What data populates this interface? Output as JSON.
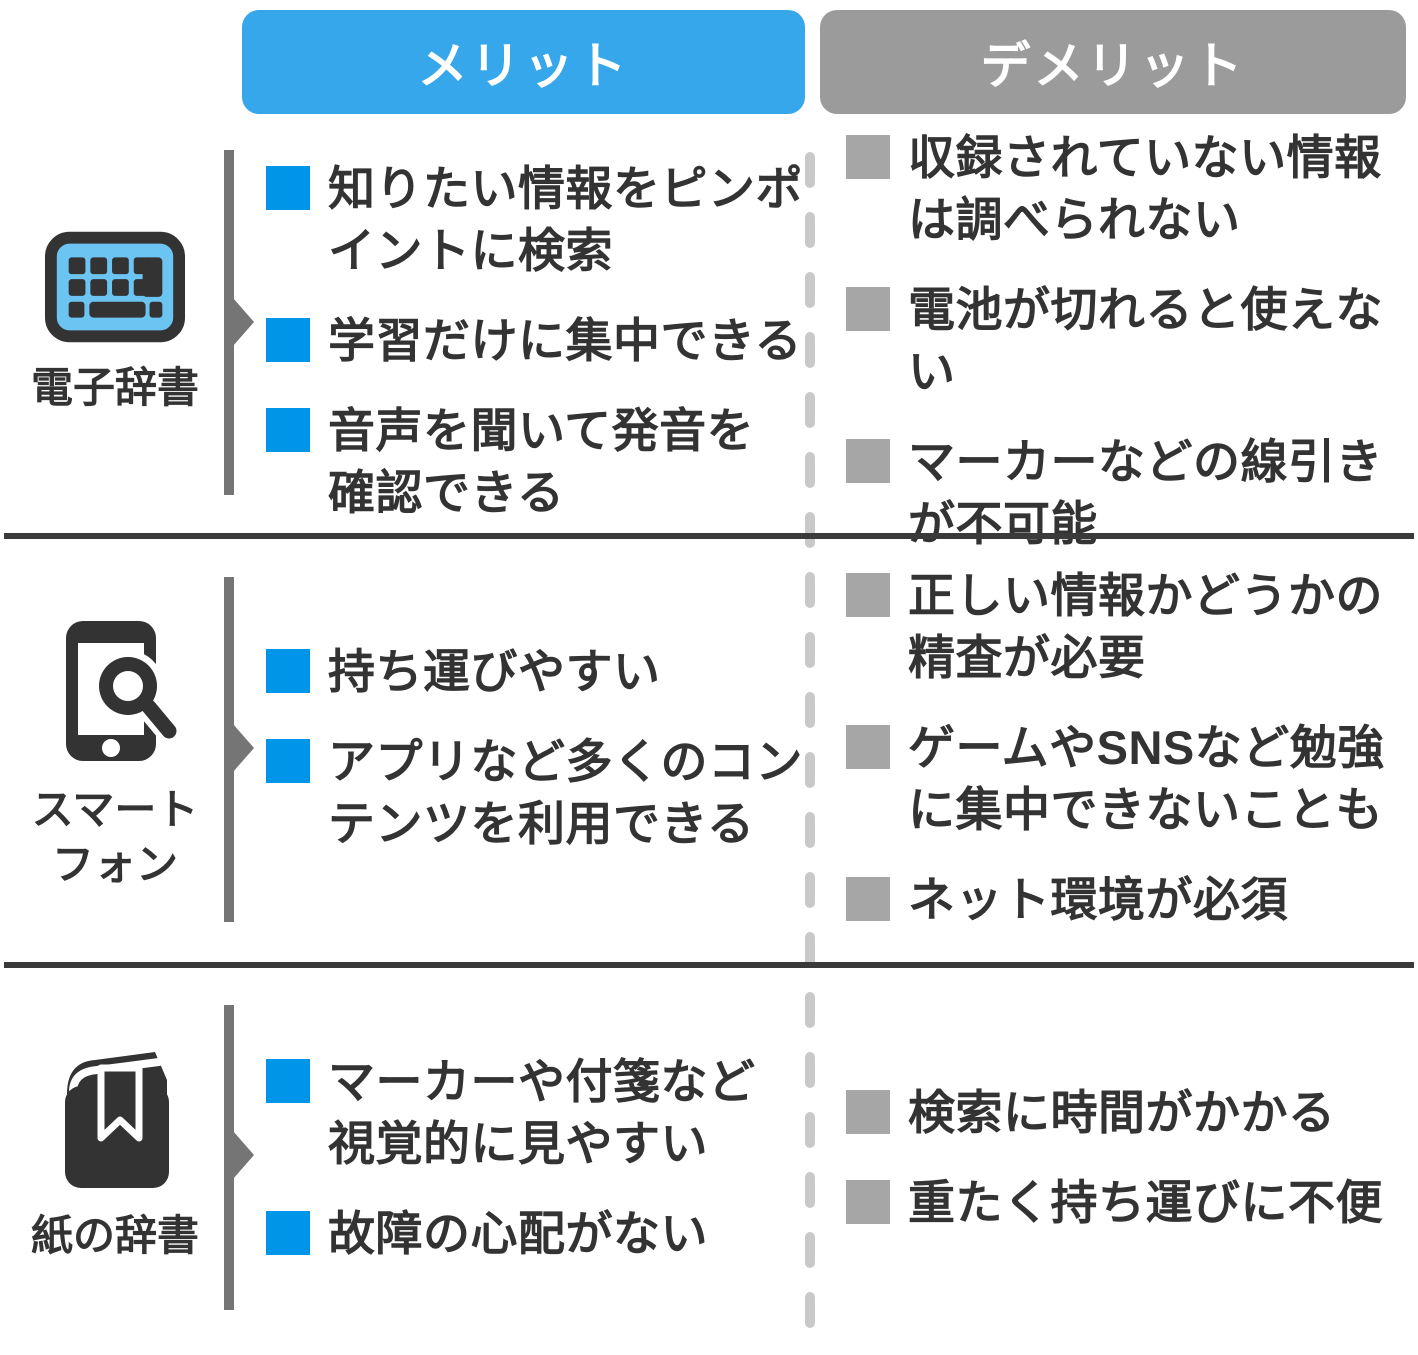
{
  "header": {
    "merit_label": "メリット",
    "demerit_label": "デメリット"
  },
  "rows": [
    {
      "label": "電子辞書",
      "icon": "electronic-dictionary-icon",
      "merits": [
        "知りたい情報をピンポ\nイントに検索",
        "学習だけに集中できる",
        "音声を聞いて発音を\n確認できる"
      ],
      "demerits": [
        "収録されていない情報\nは調べられない",
        "電池が切れると使えない",
        "マーカーなどの線引き\nが不可能"
      ]
    },
    {
      "label": "スマート\nフォン",
      "icon": "smartphone-search-icon",
      "merits": [
        "持ち運びやすい",
        "アプリなど多くのコン\nテンツを利用できる"
      ],
      "demerits": [
        "正しい情報かどうかの\n精査が必要",
        "ゲームやSNSなど勉強\nに集中できないことも",
        "ネット環境が必須"
      ]
    },
    {
      "label": "紙の辞書",
      "icon": "paper-dictionary-icon",
      "merits": [
        "マーカーや付箋など\n視覚的に見やすい",
        "故障の心配がない"
      ],
      "demerits": [
        "検索に時間がかかる",
        "重たく持ち運びに不便"
      ]
    }
  ],
  "colors": {
    "merit_header_bg": "#36a7ea",
    "demerit_header_bg": "#9b9b9b",
    "merit_bullet": "#0095e8",
    "demerit_bullet": "#a6a6a6",
    "text": "#333333",
    "bar": "#757575",
    "dash": "#c9c9c9",
    "separator": "#3a3a3a",
    "icon_dark": "#333333",
    "icon_blue": "#6cc4f2",
    "header_text": "#ffffff"
  }
}
